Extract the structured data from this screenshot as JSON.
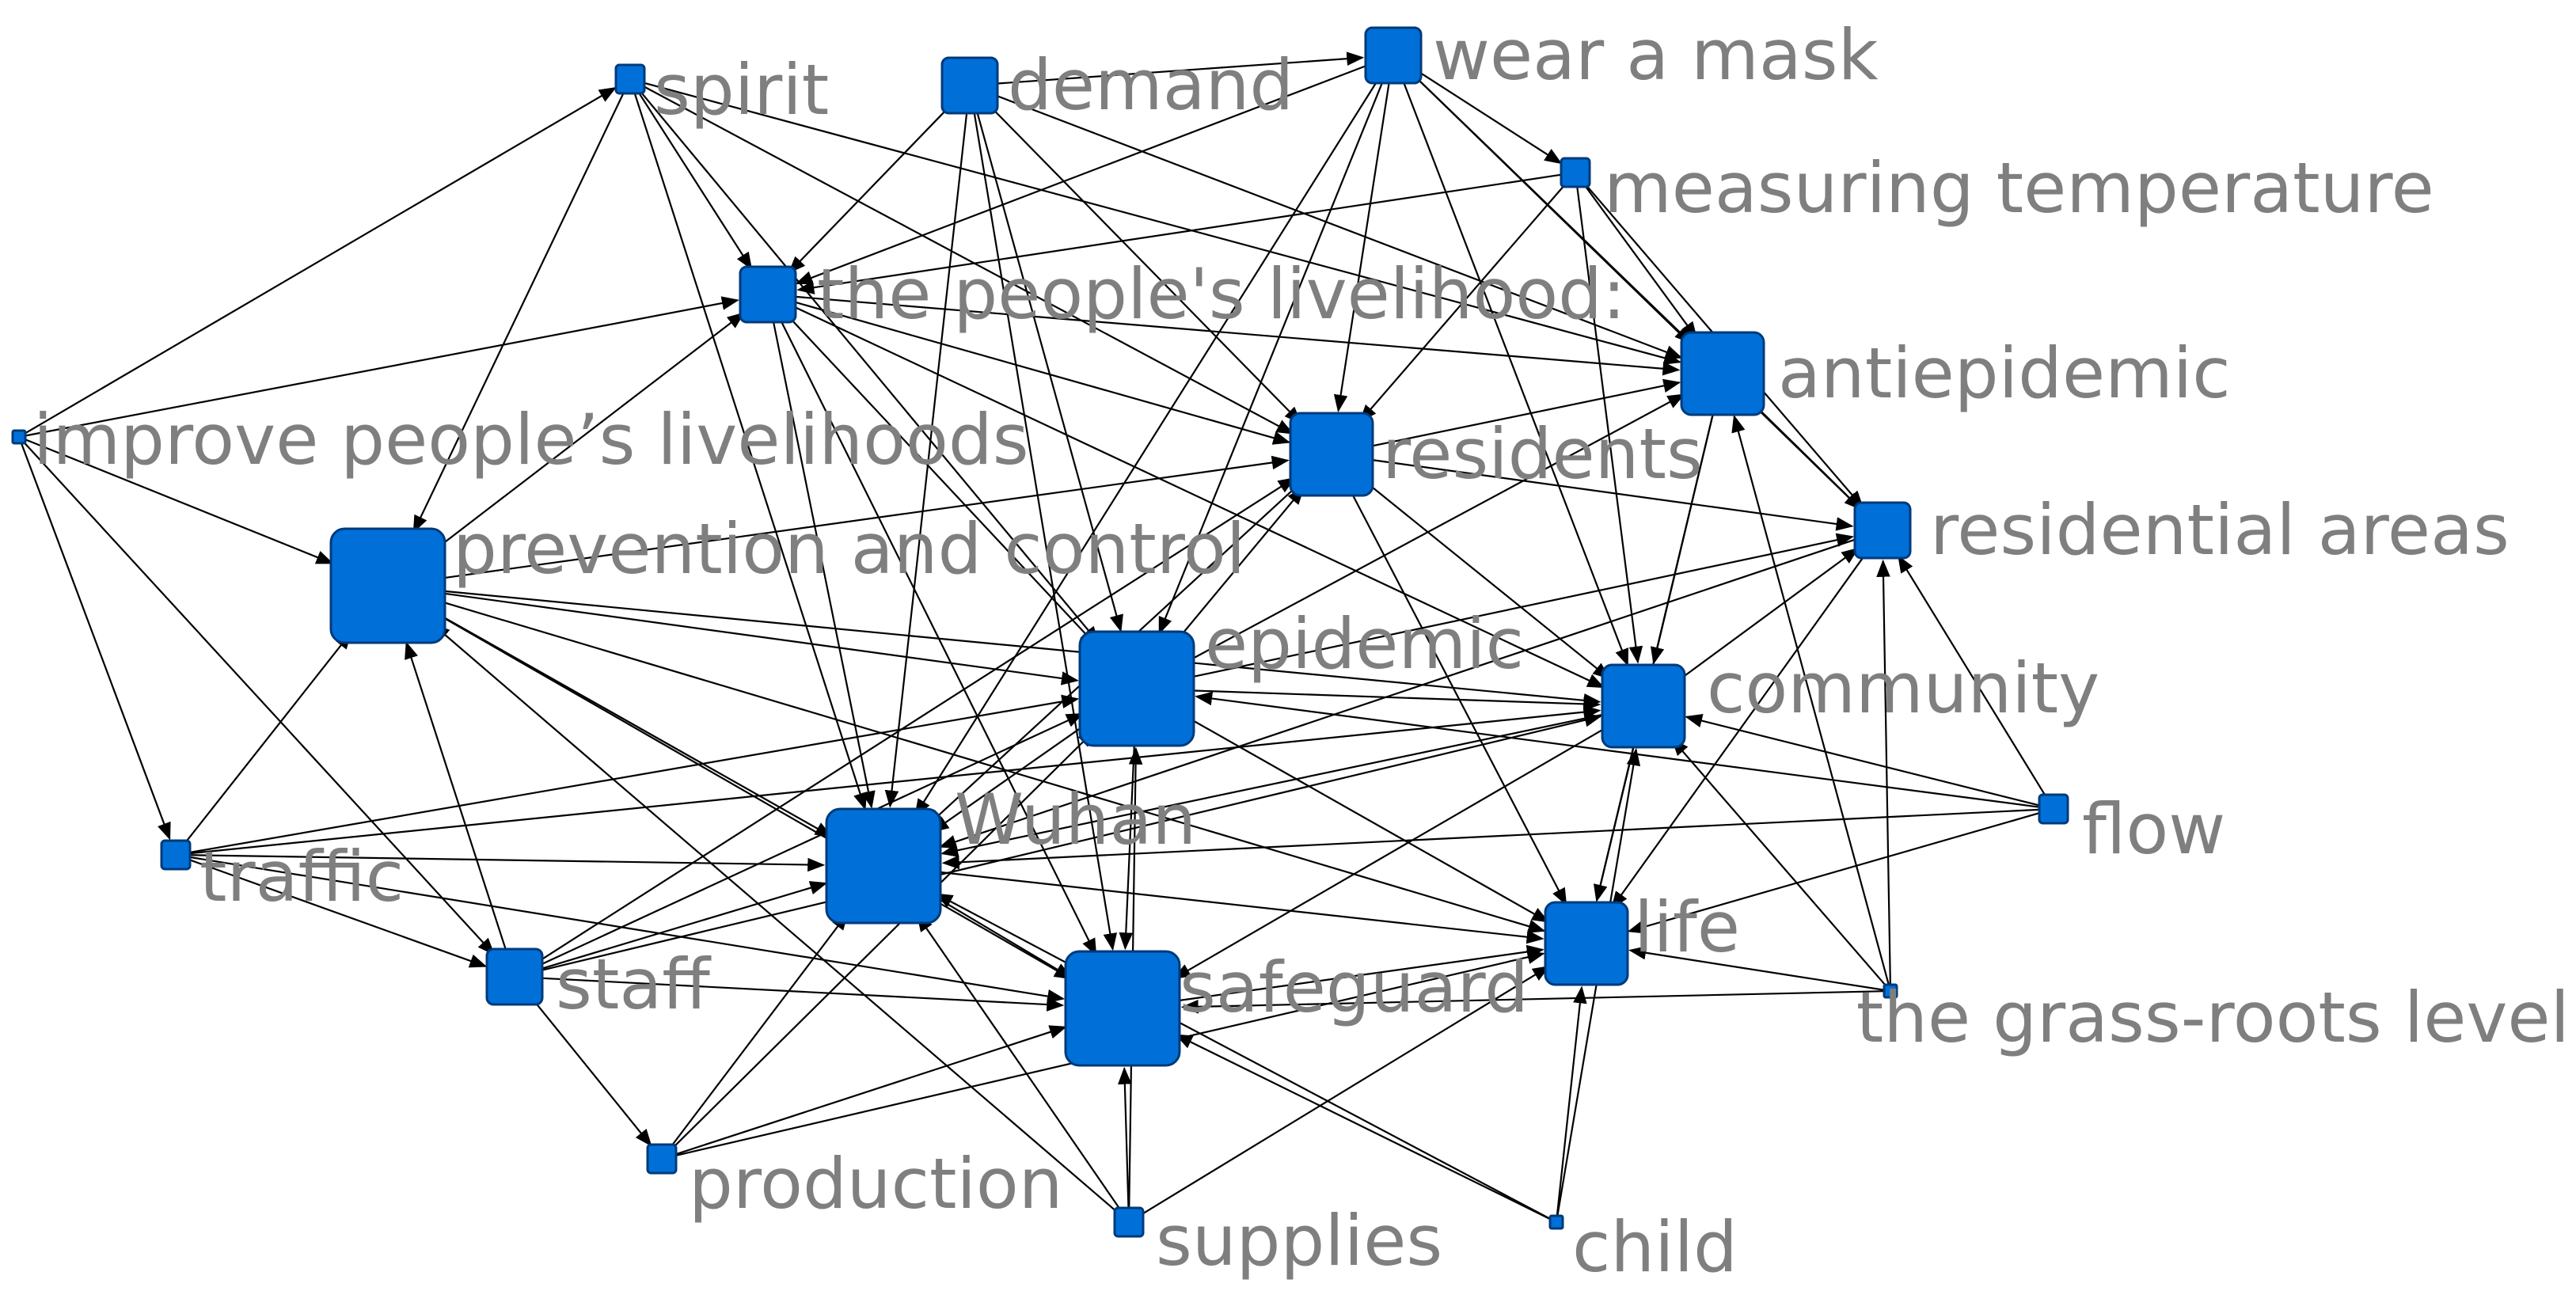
{
  "diagram": {
    "type": "co-occurrence network",
    "node_color": "#0070d8",
    "edge_color": "#000000",
    "label_color": "#7f7f7f",
    "nodes": [
      {
        "id": "spirit",
        "label": "spirit",
        "size": "small"
      },
      {
        "id": "demand",
        "label": "demand",
        "size": "medium"
      },
      {
        "id": "mask",
        "label": "wear a mask",
        "size": "medium"
      },
      {
        "id": "temp",
        "label": "measuring temperature",
        "size": "small"
      },
      {
        "id": "livelihood",
        "label": "the people's livelihood:",
        "size": "medium"
      },
      {
        "id": "anti",
        "label": "antiepidemic",
        "size": "large"
      },
      {
        "id": "improve",
        "label": "improve people’s livelihoods",
        "size": "tiny"
      },
      {
        "id": "residents",
        "label": "residents",
        "size": "large"
      },
      {
        "id": "areas",
        "label": "residential areas",
        "size": "medium"
      },
      {
        "id": "prevention",
        "label": "prevention and control",
        "size": "xlarge"
      },
      {
        "id": "epidemic",
        "label": "epidemic",
        "size": "xlarge"
      },
      {
        "id": "community",
        "label": "community",
        "size": "large"
      },
      {
        "id": "flow",
        "label": "flow",
        "size": "small"
      },
      {
        "id": "traffic",
        "label": "traffic",
        "size": "small"
      },
      {
        "id": "wuhan",
        "label": "Wuhan",
        "size": "xlarge"
      },
      {
        "id": "life",
        "label": "life",
        "size": "large"
      },
      {
        "id": "staff",
        "label": "staff",
        "size": "medium"
      },
      {
        "id": "safeguard",
        "label": "safeguard",
        "size": "xlarge"
      },
      {
        "id": "grass",
        "label": "the grass-roots level",
        "size": "tiny"
      },
      {
        "id": "production",
        "label": "production",
        "size": "small"
      },
      {
        "id": "supplies",
        "label": "supplies",
        "size": "small"
      },
      {
        "id": "child",
        "label": "child",
        "size": "tiny"
      }
    ],
    "edges": [
      [
        "improve",
        "spirit"
      ],
      [
        "improve",
        "livelihood"
      ],
      [
        "improve",
        "prevention"
      ],
      [
        "improve",
        "traffic"
      ],
      [
        "improve",
        "staff"
      ],
      [
        "traffic",
        "prevention"
      ],
      [
        "traffic",
        "staff"
      ],
      [
        "traffic",
        "wuhan"
      ],
      [
        "traffic",
        "epidemic"
      ],
      [
        "traffic",
        "safeguard"
      ],
      [
        "traffic",
        "community"
      ],
      [
        "staff",
        "prevention"
      ],
      [
        "staff",
        "wuhan"
      ],
      [
        "staff",
        "production"
      ],
      [
        "staff",
        "safeguard"
      ],
      [
        "staff",
        "epidemic"
      ],
      [
        "staff",
        "community"
      ],
      [
        "staff",
        "residents"
      ],
      [
        "production",
        "wuhan"
      ],
      [
        "production",
        "safeguard"
      ],
      [
        "production",
        "epidemic"
      ],
      [
        "production",
        "life"
      ],
      [
        "supplies",
        "safeguard"
      ],
      [
        "supplies",
        "wuhan"
      ],
      [
        "supplies",
        "epidemic"
      ],
      [
        "supplies",
        "life"
      ],
      [
        "supplies",
        "prevention"
      ],
      [
        "child",
        "safeguard"
      ],
      [
        "child",
        "life"
      ],
      [
        "child",
        "wuhan"
      ],
      [
        "child",
        "community"
      ],
      [
        "grass",
        "community"
      ],
      [
        "grass",
        "life"
      ],
      [
        "grass",
        "areas"
      ],
      [
        "grass",
        "safeguard"
      ],
      [
        "grass",
        "anti"
      ],
      [
        "flow",
        "community"
      ],
      [
        "flow",
        "areas"
      ],
      [
        "flow",
        "life"
      ],
      [
        "flow",
        "wuhan"
      ],
      [
        "flow",
        "epidemic"
      ],
      [
        "spirit",
        "livelihood"
      ],
      [
        "spirit",
        "epidemic"
      ],
      [
        "spirit",
        "residents"
      ],
      [
        "spirit",
        "prevention"
      ],
      [
        "spirit",
        "wuhan"
      ],
      [
        "spirit",
        "anti"
      ],
      [
        "demand",
        "livelihood"
      ],
      [
        "demand",
        "epidemic"
      ],
      [
        "demand",
        "wuhan"
      ],
      [
        "demand",
        "residents"
      ],
      [
        "demand",
        "mask"
      ],
      [
        "demand",
        "anti"
      ],
      [
        "demand",
        "safeguard"
      ],
      [
        "mask",
        "livelihood"
      ],
      [
        "mask",
        "residents"
      ],
      [
        "mask",
        "temp"
      ],
      [
        "mask",
        "epidemic"
      ],
      [
        "mask",
        "community"
      ],
      [
        "mask",
        "areas"
      ],
      [
        "mask",
        "wuhan"
      ],
      [
        "mask",
        "anti"
      ],
      [
        "temp",
        "residents"
      ],
      [
        "temp",
        "livelihood"
      ],
      [
        "temp",
        "anti"
      ],
      [
        "temp",
        "areas"
      ],
      [
        "temp",
        "community"
      ],
      [
        "livelihood",
        "residents"
      ],
      [
        "livelihood",
        "epidemic"
      ],
      [
        "livelihood",
        "wuhan"
      ],
      [
        "livelihood",
        "anti"
      ],
      [
        "livelihood",
        "safeguard"
      ],
      [
        "livelihood",
        "community"
      ],
      [
        "prevention",
        "epidemic"
      ],
      [
        "prevention",
        "wuhan"
      ],
      [
        "prevention",
        "residents"
      ],
      [
        "prevention",
        "community"
      ],
      [
        "prevention",
        "safeguard"
      ],
      [
        "prevention",
        "livelihood"
      ],
      [
        "prevention",
        "life"
      ],
      [
        "epidemic",
        "residents"
      ],
      [
        "epidemic",
        "community"
      ],
      [
        "epidemic",
        "wuhan"
      ],
      [
        "epidemic",
        "safeguard"
      ],
      [
        "epidemic",
        "anti"
      ],
      [
        "epidemic",
        "areas"
      ],
      [
        "epidemic",
        "life"
      ],
      [
        "residents",
        "anti"
      ],
      [
        "residents",
        "community"
      ],
      [
        "residents",
        "areas"
      ],
      [
        "residents",
        "life"
      ],
      [
        "residents",
        "wuhan"
      ],
      [
        "anti",
        "areas"
      ],
      [
        "anti",
        "community"
      ],
      [
        "anti",
        "life"
      ],
      [
        "community",
        "areas"
      ],
      [
        "community",
        "life"
      ],
      [
        "community",
        "wuhan"
      ],
      [
        "community",
        "safeguard"
      ],
      [
        "wuhan",
        "safeguard"
      ],
      [
        "wuhan",
        "life"
      ],
      [
        "safeguard",
        "life"
      ],
      [
        "areas",
        "life"
      ],
      [
        "areas",
        "wuhan"
      ]
    ]
  }
}
